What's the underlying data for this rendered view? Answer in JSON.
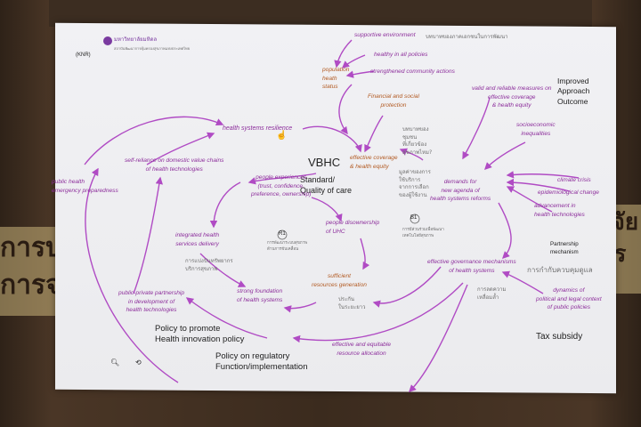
{
  "header": {
    "logo_abbrev": "(KNR)",
    "org_name": "มหาวิทยาลัยมหิดล",
    "org_sub": "สถาบันพัฒนาการคุ้มครองสุขภาพแห่งประเทศไทย",
    "top_thai_note": "บทบาทของภาคเอกชนในการพัฒนา"
  },
  "center": {
    "vbhc": "VBHC",
    "quality": "Standard/\nQuality of care"
  },
  "nodes": {
    "supportive_env": "supportive environment",
    "healthy_policies": "healthy in all policies",
    "population_health": "population\nheath\nstatus",
    "strengthened": "strengthened community actions",
    "financial": "Financial and social\nprotection",
    "resilience": "health systems resilience",
    "self_reliance": "self-reliance on domestic value chains\nof health technologies",
    "public_health": "public health\nemergency preparedness",
    "people_exp": "people experiences\n(trust, confidence,\npreference, ownership)",
    "effective_coverage": "effective coverage\n& health equity",
    "valid_measures": "valid and reliable measures on\neffective coverage\n& health equity",
    "socioeconomic": "socioeconomic\ninequalities",
    "demands": "demands for\nnew agenda of\nhealth systems reforms",
    "climate": "climate crisis",
    "epidemiological": "epidemiological change",
    "advancement": "advancement in\nhealth technologies",
    "disownership": "people disownership\nof UHC",
    "integrated": "integrated health\nservices delivery",
    "strong_foundation": "strong foundation\nof health systems",
    "sufficient": "sufficient\nresources generation",
    "ppp": "public-private partnership\nin development of\nhealth technologies",
    "effective_equitable": "effective and equitable\nresource allocation",
    "governance": "effective governance mechanisms\nof health systems",
    "dynamics": "dynamics of\npolitical and legal context\nof public policies"
  },
  "thai_notes": {
    "t1": "บทบาทของ\nชุมชน\nที่เกี่ยวข้อง\nสุขภาพไหม?",
    "t2": "มูลค่าของการ\nใช้บริการ\nจากการเลือก\nของผู้ใช้งาน",
    "t3": "การพัฒนาระบบสุขภาพ\nด้านการขับเคลื่อน",
    "t4": "การมีส่วนร่วมเพื่อพัฒนา\nเทคโนโลยีสุขภาพ",
    "t5": "การแบ่งปันทรัพยากร\nบริการสุขภาพ",
    "t6": "การลดความ\nเหลื่อมล้ำ",
    "t7": "ประกัน\nในระยะยาว",
    "t8": "การกำกับควบคุมดูแล",
    "r1": "R1",
    "b1": "B1"
  },
  "side": {
    "improved": "Improved\nApproach\nOutcome",
    "partnership": "Partnership\nmechanism",
    "tax": "Tax subsidy",
    "policy_promote": "Policy to promote\nHealth innovation policy",
    "policy_regulatory": "Policy on regulatory\nFunction/implementation"
  },
  "banners": {
    "left": "การบ\nการจ",
    "right": "วิจัย\nคร"
  },
  "colors": {
    "arrow": "#b04bc4",
    "node_text": "#8d2f9c",
    "accent_text": "#b25a22"
  }
}
